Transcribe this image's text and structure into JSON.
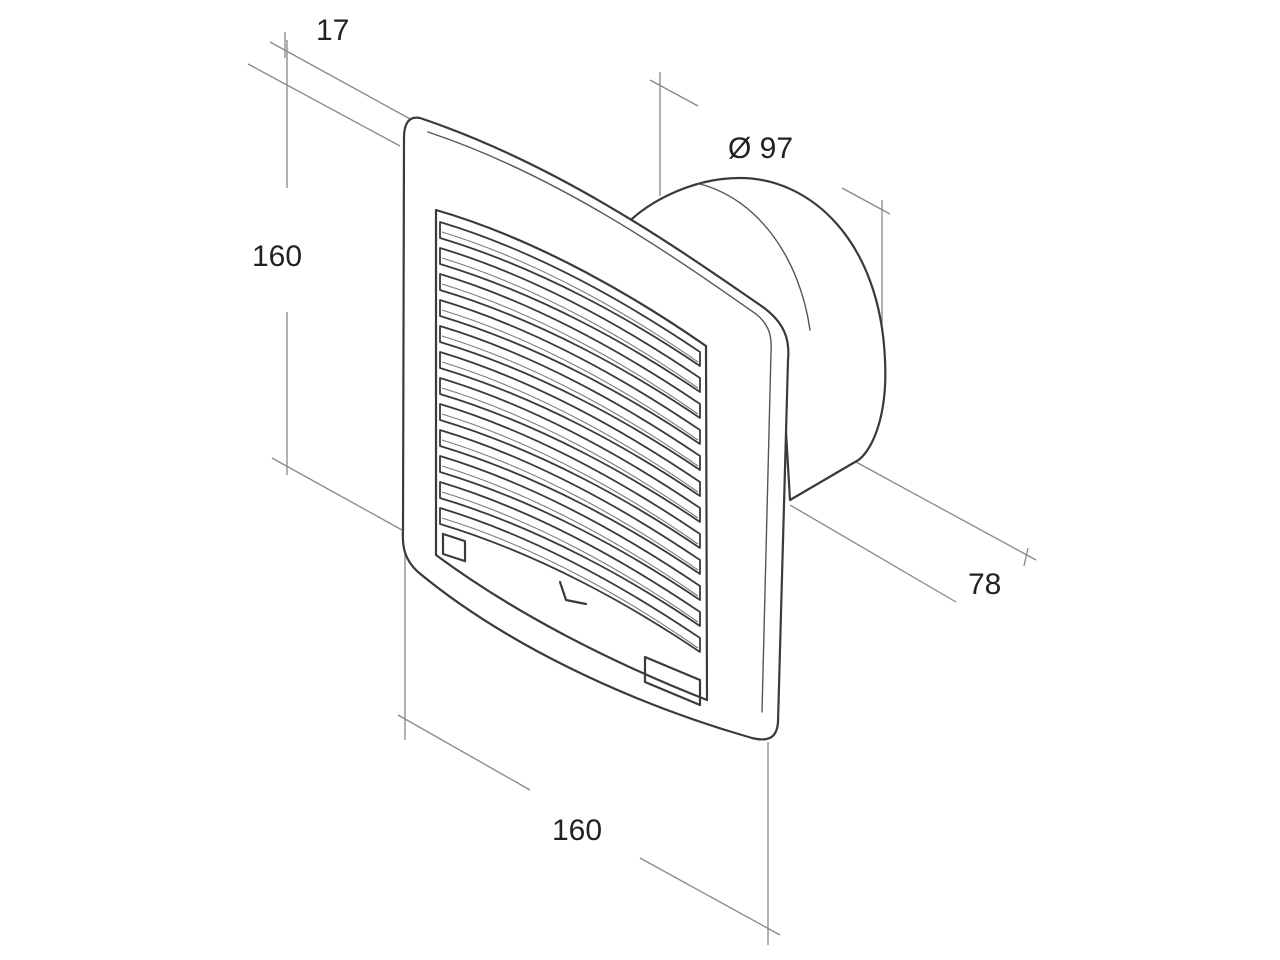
{
  "diagram": {
    "subject": "wall ventilation fan with louvred grille",
    "dimensions": {
      "grille_depth": "17",
      "height": "160",
      "duct_diameter": "Ø 97",
      "duct_length": "78",
      "width": "160"
    }
  },
  "colors": {
    "line": "#3a3a3a",
    "dimension_line": "#888888",
    "text": "#222222",
    "background": "#ffffff"
  }
}
